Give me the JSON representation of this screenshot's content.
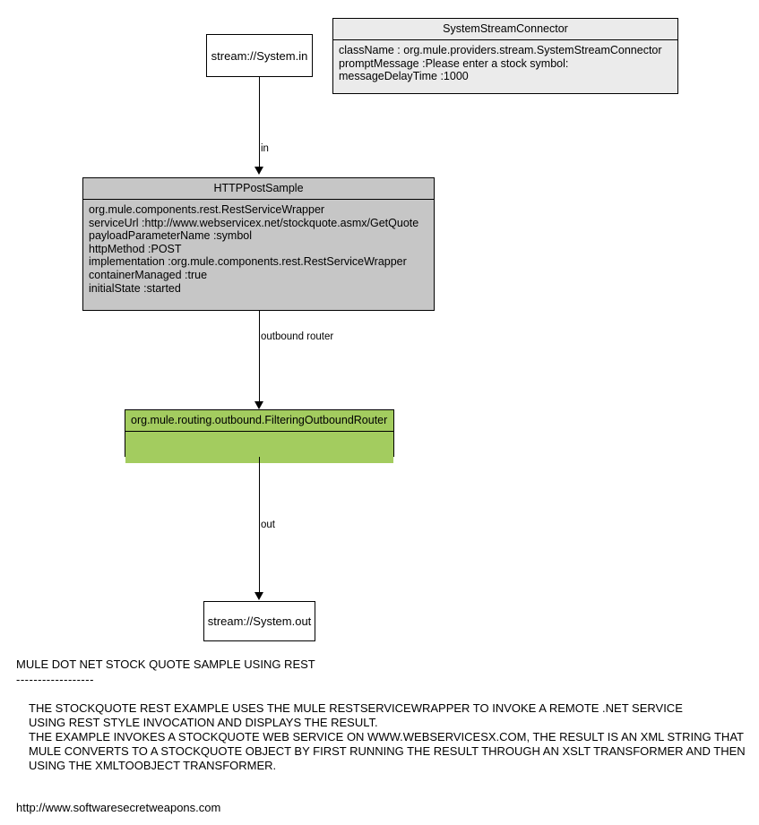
{
  "diagram": {
    "type": "uml-component-flow",
    "nodes": {
      "stream_in": {
        "label": "stream://System.in"
      },
      "connector": {
        "title": "SystemStreamConnector",
        "attributes": [
          "className : org.mule.providers.stream.SystemStreamConnector",
          "promptMessage :Please enter a stock symbol:",
          "messageDelayTime :1000"
        ],
        "fill": "#ebebeb"
      },
      "service": {
        "title": "HTTPPostSample",
        "attributes": [
          "org.mule.components.rest.RestServiceWrapper",
          "serviceUrl :http://www.webservicex.net/stockquote.asmx/GetQuote",
          "payloadParameterName :symbol",
          "httpMethod :POST",
          "implementation :org.mule.components.rest.RestServiceWrapper",
          "containerManaged :true",
          "initialState :started"
        ],
        "fill": "#c6c6c6"
      },
      "router": {
        "title": "org.mule.routing.outbound.FilteringOutboundRouter",
        "attributes": [],
        "fill": "#a3cc5f"
      },
      "stream_out": {
        "label": "stream://System.out"
      }
    },
    "edges": [
      {
        "id": "edge1",
        "from": "stream_in",
        "to": "service",
        "label": "in"
      },
      {
        "id": "edge2",
        "from": "service",
        "to": "router",
        "label": "outbound router"
      },
      {
        "id": "edge3",
        "from": "router",
        "to": "stream_out",
        "label": "out"
      }
    ]
  },
  "notes": {
    "title": "MULE DOT NET STOCK QUOTE SAMPLE USING REST",
    "rule": "------------------",
    "lines": [
      "THE STOCKQUOTE REST EXAMPLE USES THE MULE RESTSERVICEWRAPPER TO INVOKE A REMOTE .NET SERVICE",
      "USING REST STYLE INVOCATION AND DISPLAYS THE RESULT.",
      "THE EXAMPLE INVOKES A STOCKQUOTE WEB SERVICE ON WWW.WEBSERVICESX.COM, THE RESULT IS AN XML STRING THAT",
      "MULE CONVERTS TO A STOCKQUOTE OBJECT BY FIRST RUNNING THE RESULT THROUGH AN XSLT TRANSFORMER AND THEN",
      "USING THE XMLTOOBJECT TRANSFORMER."
    ]
  },
  "footer": {
    "url": "http://www.softwaresecretweapons.com"
  }
}
